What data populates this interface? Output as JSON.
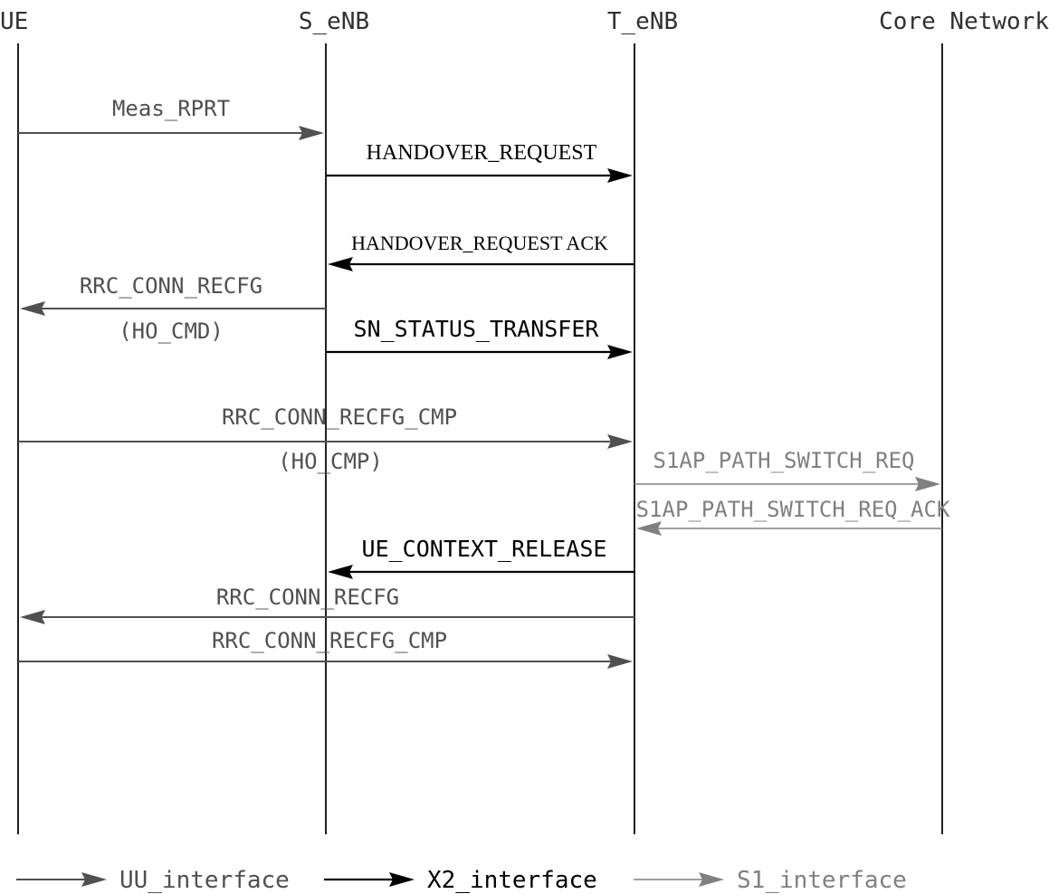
{
  "colors": {
    "uu": "#505050",
    "x2": "#000000",
    "s1": "#808080",
    "lifeline": "#202020",
    "text": "#303030"
  },
  "entities": [
    "UE",
    "S_eNB",
    "T_eNB",
    "Core Network"
  ],
  "messages": [
    {
      "label": "Meas_RPRT",
      "from": "UE",
      "to": "S_eNB",
      "iface": "uu"
    },
    {
      "label": "HANDOVER_REQUEST",
      "from": "S_eNB",
      "to": "T_eNB",
      "iface": "x2"
    },
    {
      "label": "HANDOVER_REQUEST ACK",
      "from": "T_eNB",
      "to": "S_eNB",
      "iface": "x2"
    },
    {
      "label": "RRC_CONN_RECFG",
      "sublabel": "(HO_CMD)",
      "from": "S_eNB",
      "to": "UE",
      "iface": "uu"
    },
    {
      "label": "SN_STATUS_TRANSFER",
      "from": "S_eNB",
      "to": "T_eNB",
      "iface": "x2"
    },
    {
      "label": "RRC_CONN_RECFG_CMP",
      "sublabel": "(HO_CMP)",
      "from": "UE",
      "to": "T_eNB",
      "iface": "uu"
    },
    {
      "label": "S1AP_PATH_SWITCH_REQ",
      "from": "T_eNB",
      "to": "Core Network",
      "iface": "s1"
    },
    {
      "label": "S1AP_PATH_SWITCH_REQ_ACK",
      "from": "Core Network",
      "to": "T_eNB",
      "iface": "s1"
    },
    {
      "label": "UE_CONTEXT_RELEASE",
      "from": "T_eNB",
      "to": "S_eNB",
      "iface": "x2"
    },
    {
      "label": "RRC_CONN_RECFG",
      "from": "T_eNB",
      "to": "UE",
      "iface": "uu"
    },
    {
      "label": "RRC_CONN_RECFG_CMP",
      "from": "UE",
      "to": "T_eNB",
      "iface": "uu"
    }
  ],
  "legend": [
    {
      "iface": "uu",
      "label": "UU_interface"
    },
    {
      "iface": "x2",
      "label": "X2_interface"
    },
    {
      "iface": "s1",
      "label": "S1_interface"
    }
  ]
}
